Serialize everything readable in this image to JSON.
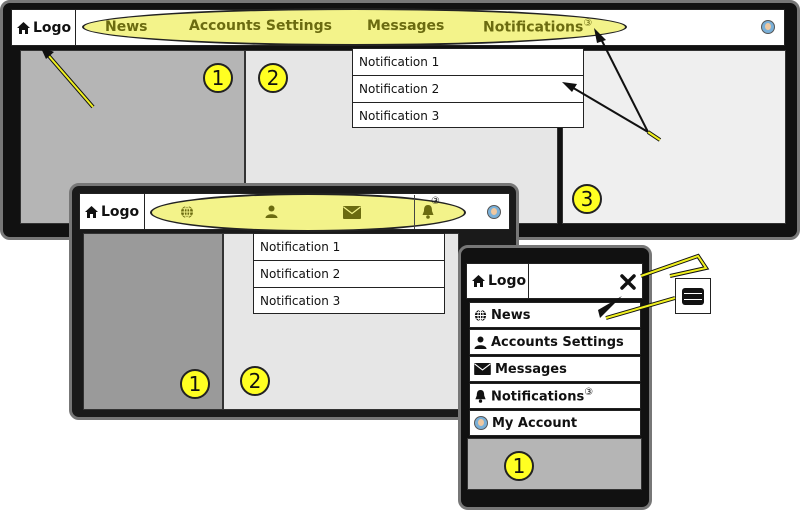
{
  "logo_label": "Logo",
  "desktop": {
    "nav": [
      "News",
      "Accounts Settings",
      "Messages",
      "Notifications"
    ],
    "badge": "③"
  },
  "dropdown": [
    "Notification 1",
    "Notification 2",
    "Notification 3"
  ],
  "tablet": {
    "icons": [
      "globe-icon",
      "user-icon",
      "envelope-icon",
      "bell-icon"
    ],
    "badge": "③"
  },
  "mobile": {
    "menu": [
      "News",
      "Accounts Settings",
      "Messages",
      "Notifications",
      "My Account"
    ],
    "badge": "③"
  },
  "region_numbers": [
    "1",
    "2",
    "3"
  ],
  "colors": {
    "highlight": "#f3f38a",
    "marker": "#ffff22",
    "annotation_line": "#f0f020"
  }
}
